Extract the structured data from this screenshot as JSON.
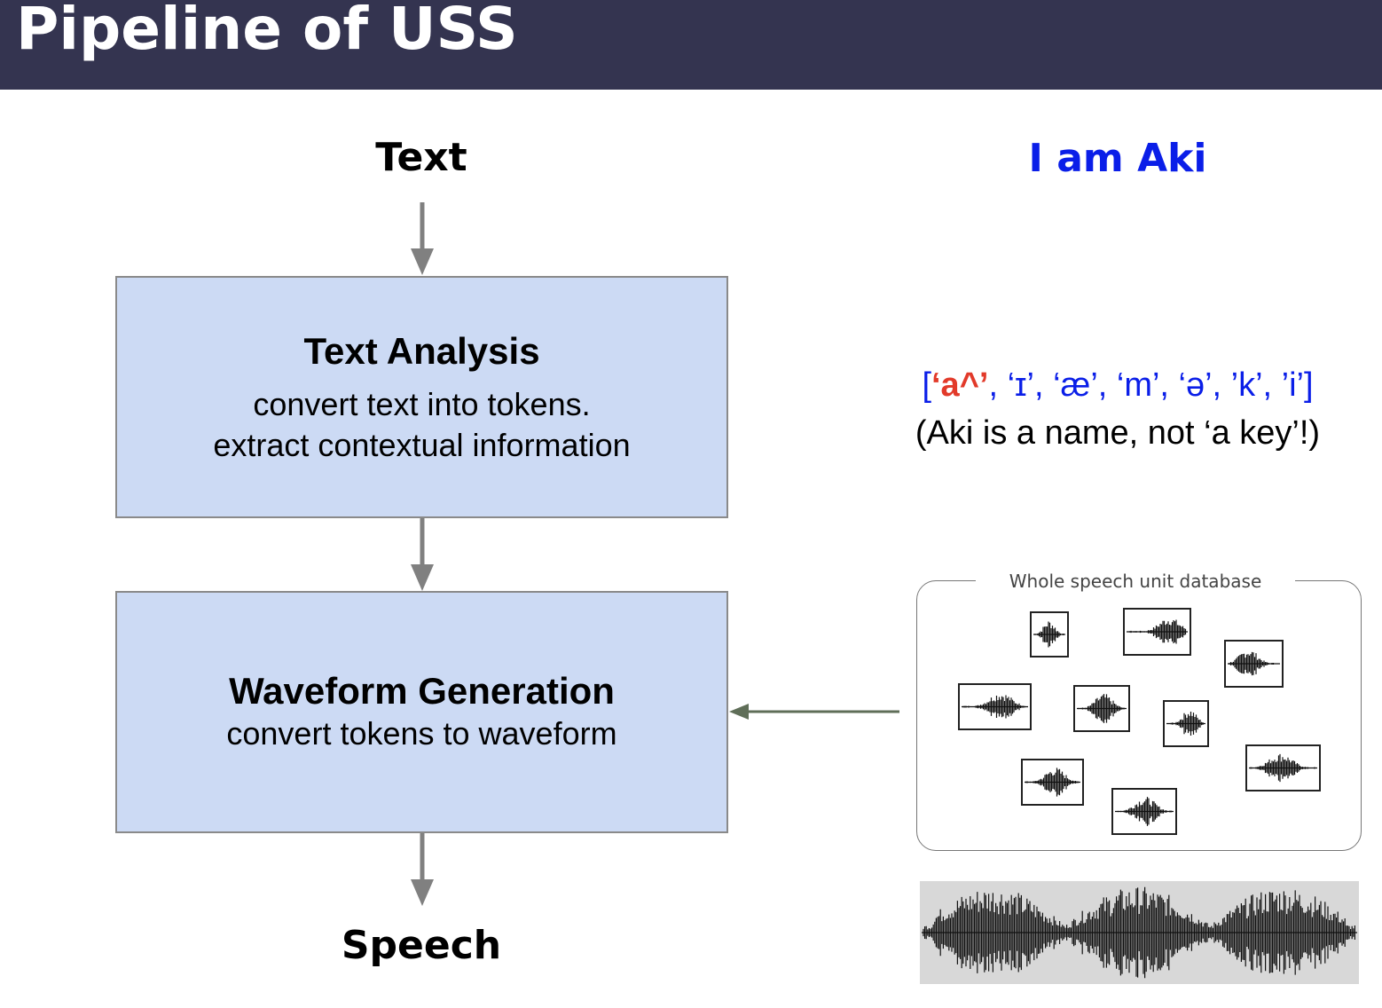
{
  "header": {
    "title": "Pipeline of USS"
  },
  "pipeline": {
    "input_label": "Text",
    "text_analysis": {
      "title": "Text Analysis",
      "line1": "convert text into tokens.",
      "line2": "extract contextual information"
    },
    "waveform_generation": {
      "title": "Waveform Generation",
      "line1": "convert tokens to waveform"
    },
    "output_label": "Speech"
  },
  "example": {
    "sentence": "I am Aki",
    "phonemes_open": "[",
    "phonemes_highlight": "‘a^’",
    "phonemes_rest": ", ‘ɪ’, ‘æ’, ‘m’, ‘ə’, ’k’, ’i’",
    "phonemes_close": "]",
    "note": "(Aki is a name, not ‘a key’!)",
    "database_title": "Whole speech unit  database"
  },
  "colors": {
    "header": "#343450",
    "box": "#ccdaf4",
    "example": "#0a1ee8",
    "highlight": "#e23a2a"
  }
}
